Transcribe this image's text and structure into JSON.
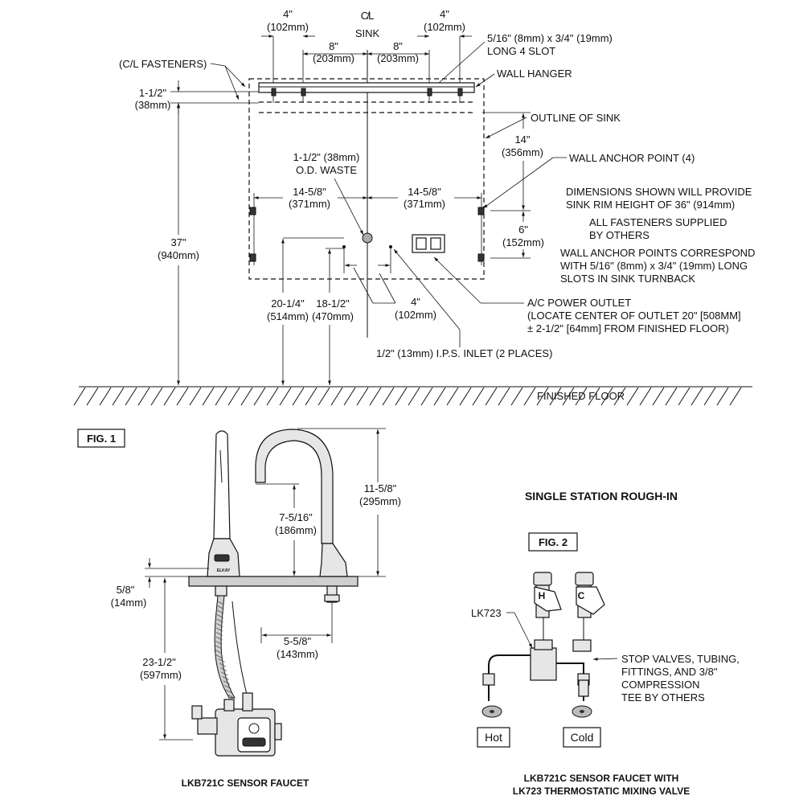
{
  "rough_in": {
    "dim_4_left": "4\"",
    "dim_4_left_mm": "(102mm)",
    "cl_sink_symbol": "C̸L",
    "cl_sink_label": "SINK",
    "dim_4_right": "4\"",
    "dim_4_right_mm": "(102mm)",
    "dim_8_left": "8\"",
    "dim_8_left_mm": "(203mm)",
    "dim_8_right": "8\"",
    "dim_8_right_mm": "(203mm)",
    "slot_line1": "5/16\" (8mm) x 3/4\" (19mm)",
    "slot_line2": "LONG 4 SLOT",
    "cl_fasteners": "(C/L FASTENERS)",
    "wall_hanger": "WALL HANGER",
    "dim_1_5": "1-1/2\"",
    "dim_1_5_mm": "(38mm)",
    "outline_of_sink": "OUTLINE OF SINK",
    "dim_14": "14\"",
    "dim_14_mm": "(356mm)",
    "waste_line1": "1-1/2\" (38mm)",
    "waste_line2": "O.D. WASTE",
    "wall_anchor": "WALL ANCHOR POINT (4)",
    "dim_14_58_left": "14-5/8\"",
    "dim_14_58_left_mm": "(371mm)",
    "dim_14_58_right": "14-5/8\"",
    "dim_14_58_right_mm": "(371mm)",
    "dim_6": "6\"",
    "dim_6_mm": "(152mm)",
    "dim_37": "37\"",
    "dim_37_mm": "(940mm)",
    "note1_line1": "DIMENSIONS SHOWN WILL PROVIDE",
    "note1_line2": "SINK RIM HEIGHT OF 36\" (914mm)",
    "note2_line1": "ALL FASTENERS SUPPLIED",
    "note2_line2": "BY OTHERS",
    "note3_line1": "WALL ANCHOR POINTS CORRESPOND",
    "note3_line2": "WITH 5/16\" (8mm) x 3/4\" (19mm) LONG",
    "note3_line3": "SLOTS IN SINK TURNBACK",
    "dim_20_14": "20-1/4\"",
    "dim_20_14_mm": "(514mm)",
    "dim_18_12": "18-1/2\"",
    "dim_18_12_mm": "(470mm)",
    "dim_4_inlet": "4\"",
    "dim_4_inlet_mm": "(102mm)",
    "outlet_line1": "A/C POWER OUTLET",
    "outlet_line2": "(LOCATE CENTER OF OUTLET 20\" [508MM]",
    "outlet_line3": "± 2-1/2\" [64mm] FROM FINISHED FLOOR)",
    "inlet_label": "1/2\" (13mm) I.P.S. INLET (2 PLACES)",
    "finished_floor": "FINISHED FLOOR"
  },
  "fig1": {
    "label": "FIG. 1",
    "brand_mark": "ELKAY",
    "dim_11_58": "11-5/8\"",
    "dim_11_58_mm": "(295mm)",
    "dim_7_516": "7-5/16\"",
    "dim_7_516_mm": "(186mm)",
    "dim_5_8": "5/8\"",
    "dim_5_8_mm": "(14mm)",
    "dim_5_58": "5-5/8\"",
    "dim_5_58_mm": "(143mm)",
    "dim_23_12": "23-1/2\"",
    "dim_23_12_mm": "(597mm)",
    "caption": "LKB721C SENSOR FAUCET"
  },
  "title": "SINGLE STATION ROUGH-IN",
  "fig2": {
    "label": "FIG. 2",
    "valve_h": "H",
    "valve_c": "C",
    "lk723": "LK723",
    "stop_line1": "STOP VALVES, TUBING,",
    "stop_line2": "FITTINGS, AND 3/8\"",
    "stop_line3": "COMPRESSION",
    "stop_line4": "TEE BY OTHERS",
    "hot": "Hot",
    "cold": "Cold",
    "caption_line1": "LKB721C SENSOR FAUCET WITH",
    "caption_line2": "LK723 THERMOSTATIC MIXING VALVE"
  }
}
